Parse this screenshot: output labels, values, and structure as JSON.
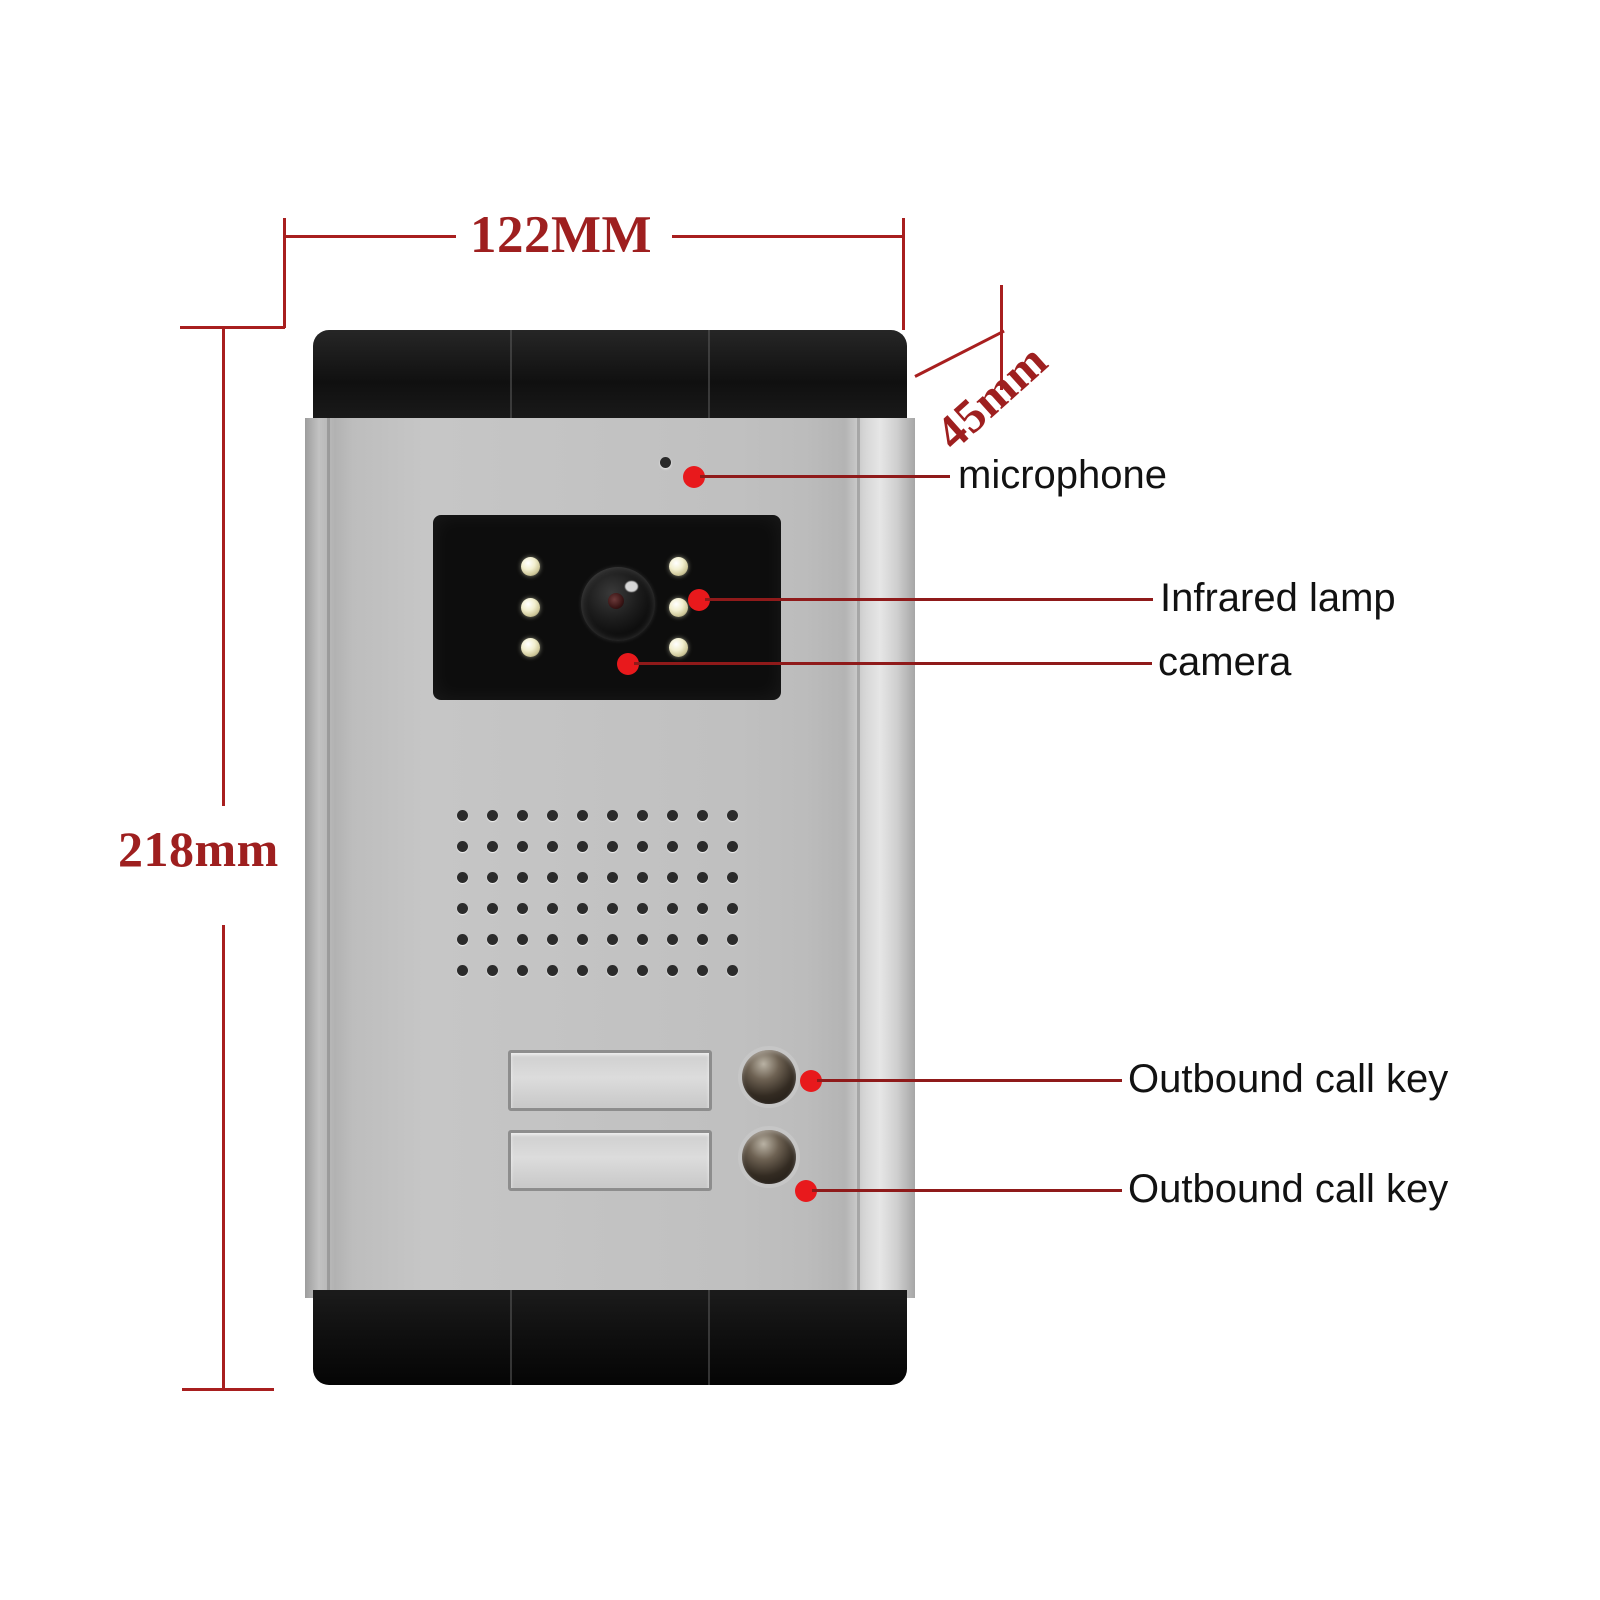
{
  "diagram": {
    "subject": "video door phone outdoor station",
    "dimensions": {
      "width": "122MM",
      "height": "218mm",
      "depth": "45mm"
    },
    "callouts": [
      {
        "id": "microphone",
        "label": "microphone"
      },
      {
        "id": "infrared-lamp",
        "label": "Infrared lamp"
      },
      {
        "id": "camera",
        "label": "camera"
      },
      {
        "id": "outbound-call-key-1",
        "label": "Outbound call key"
      },
      {
        "id": "outbound-call-key-2",
        "label": "Outbound call key"
      }
    ],
    "colors": {
      "dimension_red": "#9e1f1f",
      "leader_red": "#8f1a1a",
      "marker_red": "#e8191c",
      "label_black": "#121212",
      "body_silver": "#c0c0c0",
      "cap_black": "#141414",
      "background": "#ffffff"
    },
    "device_parts": {
      "speaker_grille_columns": 10,
      "speaker_grille_rows": 6,
      "ir_leds_per_side": 3,
      "nameplate_count": 2,
      "call_button_count": 2,
      "cap_segments": 3
    }
  }
}
